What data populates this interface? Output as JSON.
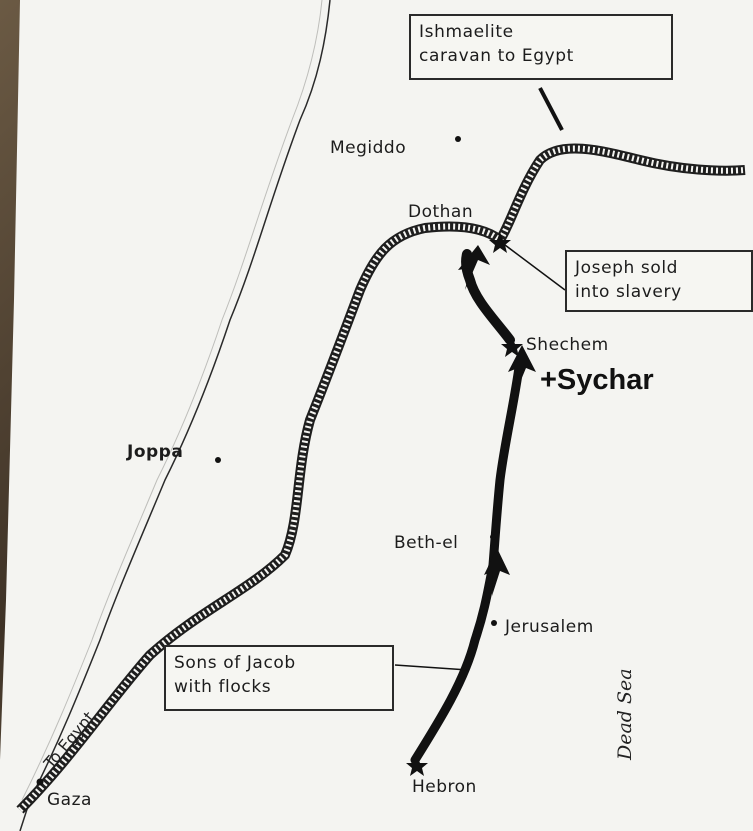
{
  "colors": {
    "paper": "#f4f4f1",
    "ink": "#1c1c1c",
    "frame": "#5a4a3a",
    "accent_strip": "#e455a8"
  },
  "places": {
    "megiddo": "Megiddo",
    "dothan": "Dothan",
    "shechem": "Shechem",
    "sychar": "+Sychar",
    "joppa": "Joppa",
    "bethel": "Beth-el",
    "jerusalem": "Jerusalem",
    "hebron": "Hebron",
    "gaza": "Gaza",
    "dead_sea": "Dead Sea",
    "to_egypt": "To Egypt"
  },
  "callouts": {
    "ishmaelite": [
      "Ishmaelite",
      "caravan to Egypt"
    ],
    "joseph": [
      "Joseph sold",
      "into slavery"
    ],
    "sons": [
      "Sons of Jacob",
      "with flocks"
    ]
  },
  "icons": {
    "city_star": "star-icon",
    "city_dot": "dot-icon",
    "route_arrow": "arrow-icon"
  }
}
